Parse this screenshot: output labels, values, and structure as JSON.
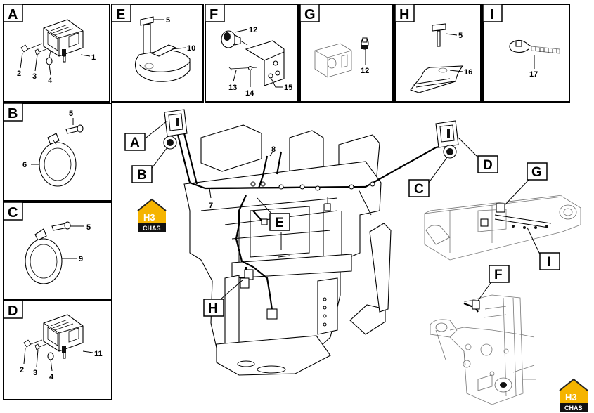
{
  "panels": {
    "A": {
      "letter": "A",
      "parts": [
        "1",
        "2",
        "3",
        "4"
      ]
    },
    "B": {
      "letter": "B",
      "parts": [
        "5",
        "6"
      ]
    },
    "C": {
      "letter": "C",
      "parts": [
        "5",
        "9"
      ]
    },
    "D": {
      "letter": "D",
      "parts": [
        "11",
        "2",
        "3",
        "4"
      ]
    },
    "E": {
      "letter": "E",
      "parts": [
        "5",
        "10"
      ]
    },
    "F": {
      "letter": "F",
      "parts": [
        "12",
        "13",
        "14",
        "15"
      ]
    },
    "G": {
      "letter": "G",
      "parts": [
        "12"
      ]
    },
    "H": {
      "letter": "H",
      "parts": [
        "5",
        "16"
      ]
    },
    "I": {
      "letter": "I",
      "parts": [
        "17"
      ]
    }
  },
  "main_view": {
    "wire_labels": [
      "7",
      "8"
    ],
    "callouts": [
      "A",
      "B",
      "C",
      "D",
      "E",
      "F",
      "G",
      "H",
      "I"
    ]
  },
  "badge": {
    "logo": "H3",
    "caption": "CHAS"
  }
}
